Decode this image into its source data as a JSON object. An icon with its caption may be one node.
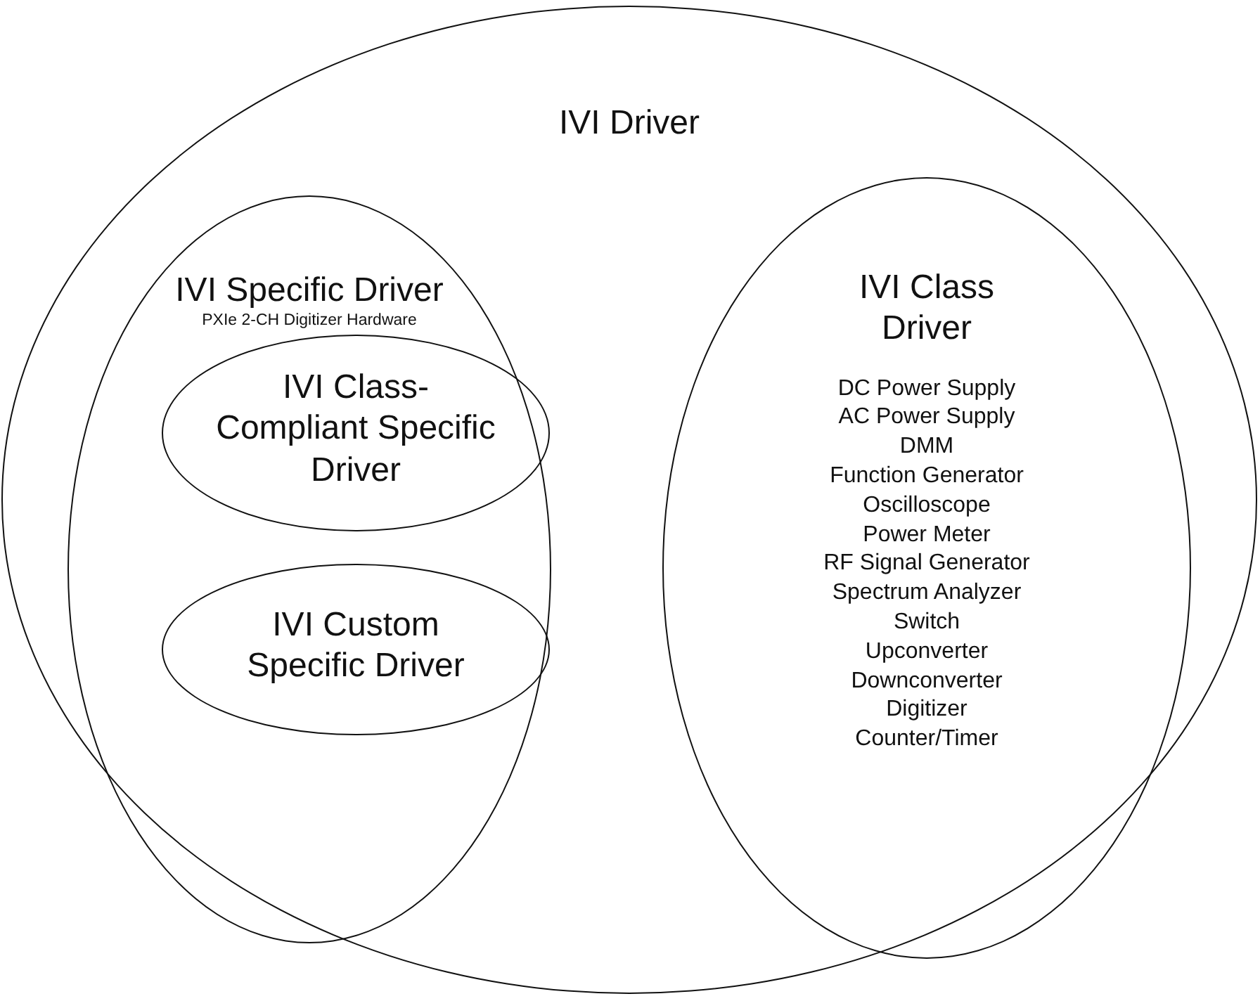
{
  "diagram": {
    "nodes": [
      {
        "text": [
          "IVI Driver"
        ]
      },
      {
        "text": [
          "IVI Specific Driver",
          "PXIe 2-CH Digitizer Hardware"
        ],
        "in": 0
      },
      {
        "text": [
          "IVI Class-Compliant Specific Driver"
        ],
        "in": 1
      },
      {
        "text": [
          "IVI Custom Specific Driver"
        ],
        "in": 1
      },
      {
        "text": [
          "IVI Class Driver",
          "DC Power Supply",
          "AC Power Supply",
          "DMM",
          "Function Generator",
          "Oscilloscope",
          "Power Meter",
          "RF Signal Generator",
          "Spectrum Analyzer",
          "Switch",
          "Upconverter",
          "Downconverter",
          "Digitizer",
          "Counter/Timer"
        ],
        "in": 0
      }
    ]
  }
}
